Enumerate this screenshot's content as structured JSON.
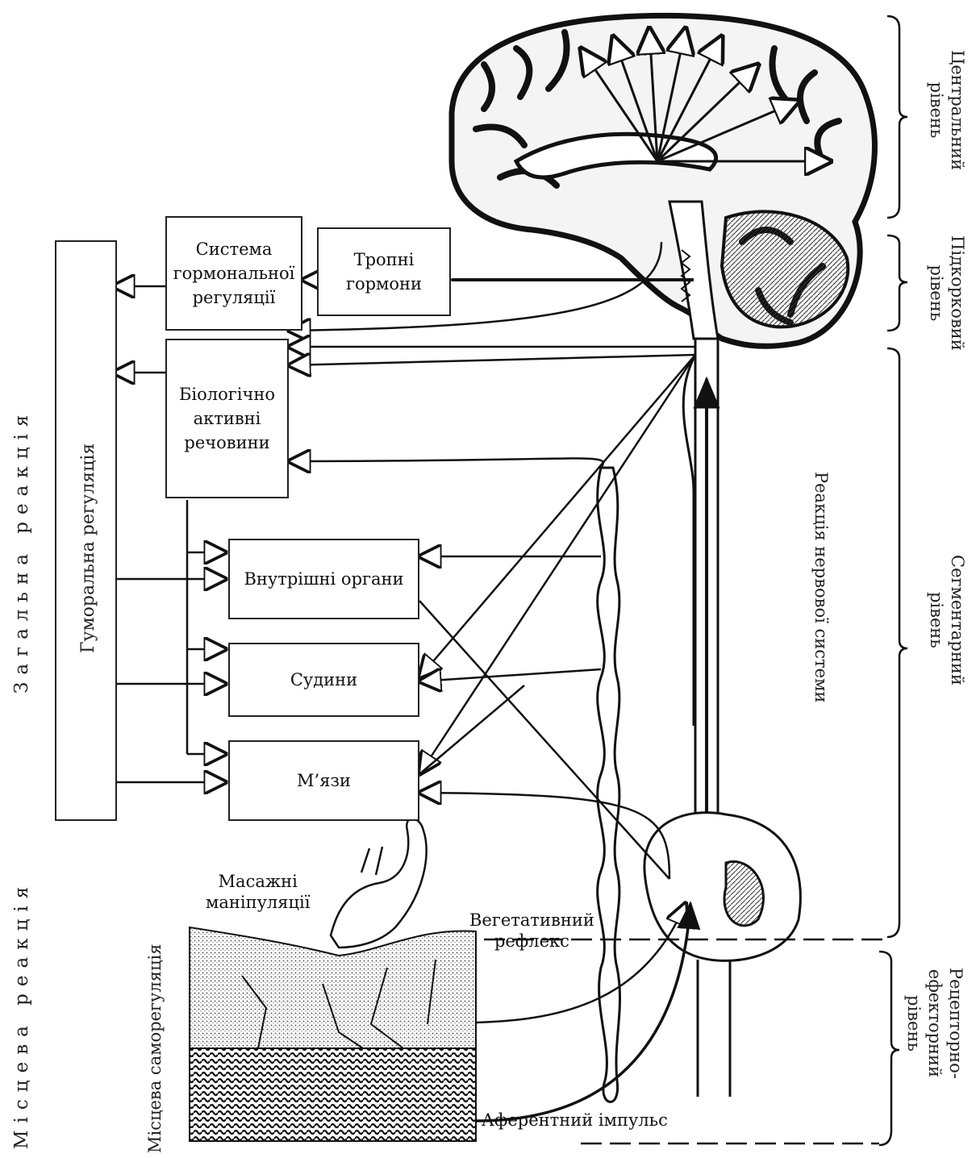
{
  "boxes": {
    "humoral": "Гуморальна регуляція",
    "hormone_system": "Система\nгормональної\nрегуляції",
    "tropic": "Тропні\nгормони",
    "bioactive": "Біологічно\nактивні\nречовини",
    "internal_organs": "Внутрішні органи",
    "vessels": "Судини",
    "muscles": "М’язи"
  },
  "left_labels": {
    "general_reaction": "Загальна реакція",
    "local_reaction": "Місцева реакція",
    "local_selfregulation": "Місцева саморегуляція"
  },
  "center_labels": {
    "nervous_reaction": "Реакція нервової системи",
    "massage": "Масажні\nманіпуляції",
    "vegetative": "Вегетативний\nрефлекс",
    "afferent": "Аферентний імпульс"
  },
  "levels": {
    "central": "Центральний\nрівень",
    "subcortical": "Підкорковий\nрівень",
    "segmental": "Сегментарний рівень",
    "receptor": "Рецепторно-\nефекторний\nрівень"
  }
}
